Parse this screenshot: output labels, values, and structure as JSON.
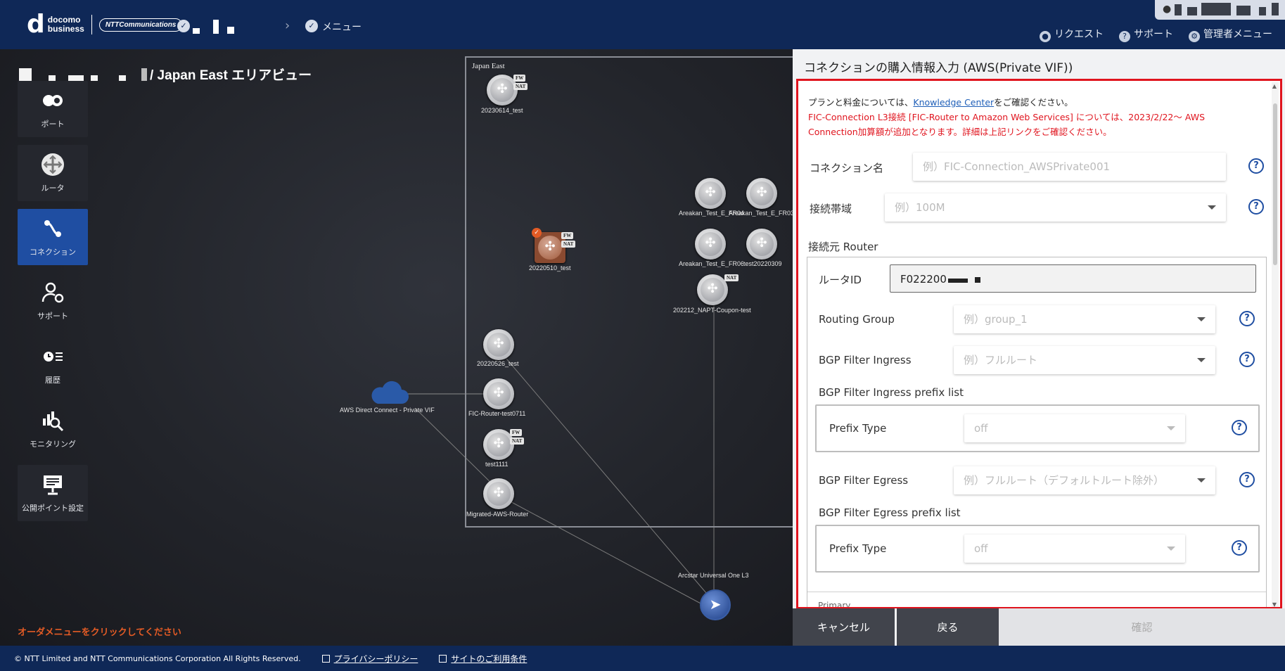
{
  "header": {
    "logo_main": "docomo",
    "logo_sub": "business",
    "logo_partner": "NTTCommunications",
    "menu_label": "メニュー",
    "links": [
      {
        "icon": "person-icon",
        "label": "リクエスト"
      },
      {
        "icon": "help-circle-icon",
        "label": "サポート"
      },
      {
        "icon": "gear-icon",
        "label": "管理者メニュー"
      }
    ]
  },
  "canvas": {
    "page_title": "/ Japan East エリアビュー",
    "hint": "オーダメニューをクリックしてください",
    "area_label": "Japan East"
  },
  "sidebar": {
    "items": [
      {
        "icon": "port-icon",
        "label": "ポート"
      },
      {
        "icon": "router-icon",
        "label": "ルータ"
      },
      {
        "icon": "connection-icon",
        "label": "コネクション"
      },
      {
        "icon": "support-user-icon",
        "label": "サポート"
      },
      {
        "icon": "history-icon",
        "label": "履歴"
      },
      {
        "icon": "monitoring-icon",
        "label": "モニタリング"
      },
      {
        "icon": "public-point-icon",
        "label": "公開ポイント設定"
      }
    ]
  },
  "topology": {
    "nodes": [
      {
        "label": "20230614_test",
        "badges": [
          "FW",
          "NAT"
        ]
      },
      {
        "label": "20220510_test",
        "badges": [
          "FW",
          "NAT"
        ],
        "selected": true
      },
      {
        "label": "Areakan_Test_E_FR04",
        "badges": []
      },
      {
        "label": "Areakan_Test_E_FR03",
        "badges": []
      },
      {
        "label": "Areakan_Test_E_FR06",
        "badges": []
      },
      {
        "label": "test20220309",
        "badges": []
      },
      {
        "label": "202212_NAPT-Coupon-test",
        "badges": [
          "NAT"
        ]
      },
      {
        "label": "20220526_test",
        "badges": []
      },
      {
        "label": "FIC-Router-test0711",
        "badges": []
      },
      {
        "label": "test1111",
        "badges": [
          "FW",
          "NAT"
        ]
      },
      {
        "label": "Migrated-AWS-Router",
        "badges": []
      }
    ],
    "cloud_label": "AWS Direct Connect - Private VIF",
    "arcstar_label": "Arcstar Universal One L3"
  },
  "panel": {
    "title": "コネクションの購入情報入力 (AWS(Private VIF))",
    "info_prefix": "プランと料金については、",
    "info_link": "Knowledge Center",
    "info_suffix": "をご確認ください。",
    "warning_line1": "FIC-Connection L3接続 [FIC-Router to Amazon Web Services] については、2023/2/22～ AWS",
    "warning_line2": "Connection加算額が追加となります。詳細は上記リンクをご確認ください。",
    "connection_name": {
      "label": "コネクション名",
      "placeholder": "例）FIC-Connection_AWSPrivate001"
    },
    "bandwidth": {
      "label": "接続帯域",
      "placeholder": "例）100M"
    },
    "source_router_section": "接続元 Router",
    "router_id": {
      "label": "ルータID",
      "value": "F022200"
    },
    "routing_group": {
      "label": "Routing Group",
      "placeholder": "例）group_1"
    },
    "bgp_ingress": {
      "label": "BGP Filter Ingress",
      "placeholder": "例）フルルート"
    },
    "bgp_ingress_prefix_section": "BGP Filter Ingress prefix list",
    "ingress_prefix_type": {
      "label": "Prefix Type",
      "value": "off"
    },
    "bgp_egress": {
      "label": "BGP Filter Egress",
      "placeholder": "例）フルルート（デフォルトルート除外）"
    },
    "bgp_egress_prefix_section": "BGP Filter Egress prefix list",
    "egress_prefix_type": {
      "label": "Prefix Type",
      "value": "off"
    },
    "primary_section": "Primary",
    "help_glyph": "?"
  },
  "buttons": {
    "cancel": "キャンセル",
    "back": "戻る",
    "confirm": "確認"
  },
  "footer": {
    "copyright": "© NTT Limited and NTT Communications Corporation All Rights Reserved.",
    "privacy": "プライバシーポリシー",
    "terms": "サイトのご利用条件"
  },
  "colors": {
    "header_bg": "#0f2857",
    "active_nav": "#1f4ea2",
    "highlight_border": "#e0141e",
    "hint": "#e35b25"
  }
}
